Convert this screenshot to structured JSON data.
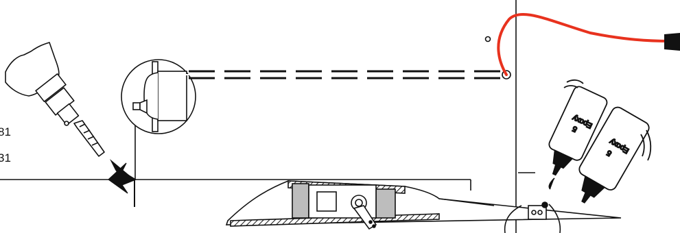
{
  "labels": {
    "left_num_1": "81",
    "left_num_2": "31"
  },
  "bottles": {
    "front": {
      "name": "Epoxy",
      "number": "5"
    },
    "back": {
      "name": "Epoxy",
      "number": "5"
    }
  },
  "colors": {
    "line": "#111111",
    "wire": "#e8321e",
    "grey_fill": "#bdbdbd",
    "background": "#ffffff"
  },
  "icons": [
    "drill-icon",
    "arrow-icon",
    "servo-icon",
    "epoxy-bottle-icon",
    "wire-icon"
  ]
}
